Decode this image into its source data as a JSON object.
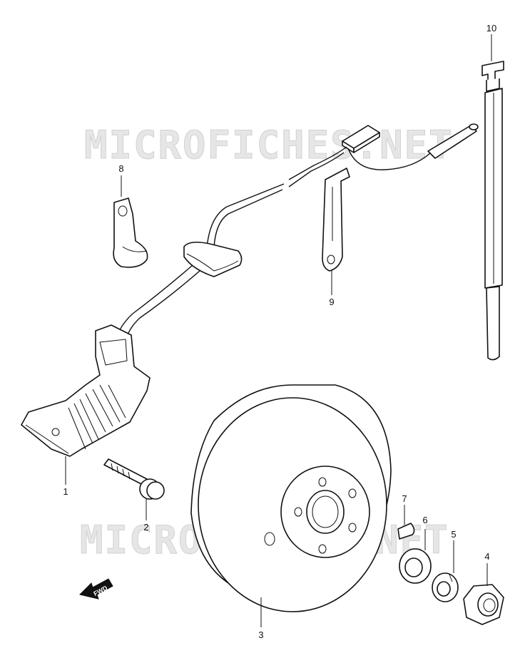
{
  "watermark": {
    "text": "MICROFICHES.NET"
  },
  "direction_arrow": {
    "label": "FWD"
  },
  "part_labels": {
    "p1": "1",
    "p2": "2",
    "p3": "3",
    "p4": "4",
    "p5": "5",
    "p6": "6",
    "p7": "7",
    "p8": "8",
    "p9": "9",
    "p10": "10"
  }
}
